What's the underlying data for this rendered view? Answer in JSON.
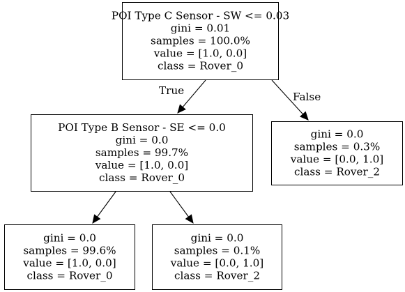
{
  "tree": {
    "nodes": [
      {
        "id": "root",
        "lines": [
          "POI Type C Sensor - SW <= 0.03",
          "gini = 0.01",
          "samples = 100.0%",
          "value = [1.0, 0.0]",
          "class = Rover_0"
        ]
      },
      {
        "id": "left",
        "lines": [
          "POI Type B Sensor - SE <= 0.0",
          "gini = 0.0",
          "samples = 99.7%",
          "value = [1.0, 0.0]",
          "class = Rover_0"
        ]
      },
      {
        "id": "right",
        "lines": [
          "gini = 0.0",
          "samples = 0.3%",
          "value = [0.0, 1.0]",
          "class = Rover_2"
        ]
      },
      {
        "id": "left_left",
        "lines": [
          "gini = 0.0",
          "samples = 99.6%",
          "value = [1.0, 0.0]",
          "class = Rover_0"
        ]
      },
      {
        "id": "left_right",
        "lines": [
          "gini = 0.0",
          "samples = 0.1%",
          "value = [0.0, 1.0]",
          "class = Rover_2"
        ]
      }
    ],
    "edges": [
      {
        "from": "root",
        "to": "left",
        "label": "True"
      },
      {
        "from": "root",
        "to": "right",
        "label": "False"
      },
      {
        "from": "left",
        "to": "left_left",
        "label": ""
      },
      {
        "from": "left",
        "to": "left_right",
        "label": ""
      }
    ]
  }
}
